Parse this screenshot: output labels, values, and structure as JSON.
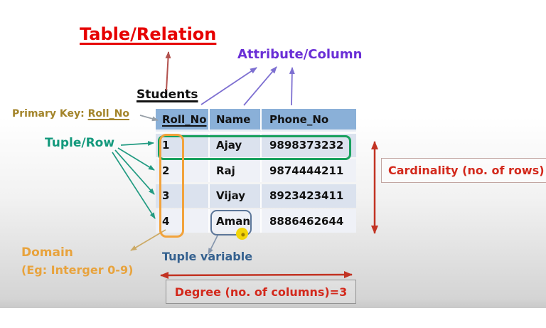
{
  "title": {
    "text": "Table/Relation"
  },
  "labels": {
    "attribute_column": "Attribute/Column",
    "students": "Students",
    "primary_key_prefix": "Primary Key:",
    "primary_key_field": "Roll_No",
    "tuple_row": "Tuple/Row",
    "domain_title": "Domain",
    "domain_example": "(Eg: Interger 0-9)",
    "tuple_variable": "Tuple variable",
    "cardinality": "Cardinality (no. of rows)",
    "degree": "Degree (no. of columns)=3"
  },
  "table": {
    "name": "Students",
    "columns": [
      "Roll_No",
      "Name",
      "Phone_No"
    ],
    "rows": [
      [
        "1",
        "Ajay",
        "9898373232"
      ],
      [
        "2",
        "Raj",
        "9874444211"
      ],
      [
        "3",
        "Vijay",
        "8923423411"
      ],
      [
        "4",
        "Aman",
        "8886462644"
      ]
    ]
  },
  "colors": {
    "title_red": "#e60000",
    "attribute_purple": "#6a2fd6",
    "primary_key_gold": "#a3842a",
    "tuple_teal": "#13997c",
    "domain_orange": "#e8a33d",
    "tuple_variable_blue": "#35618f",
    "metric_red": "#d3291c",
    "table_header_blue": "#8ab0d8",
    "row_band_dark": "#dbe2ee",
    "row_band_light": "#eff1f7",
    "highlight_green": "#19a15e",
    "highlight_orange": "#f2a33c",
    "aman_box_blue": "#5c7699"
  }
}
